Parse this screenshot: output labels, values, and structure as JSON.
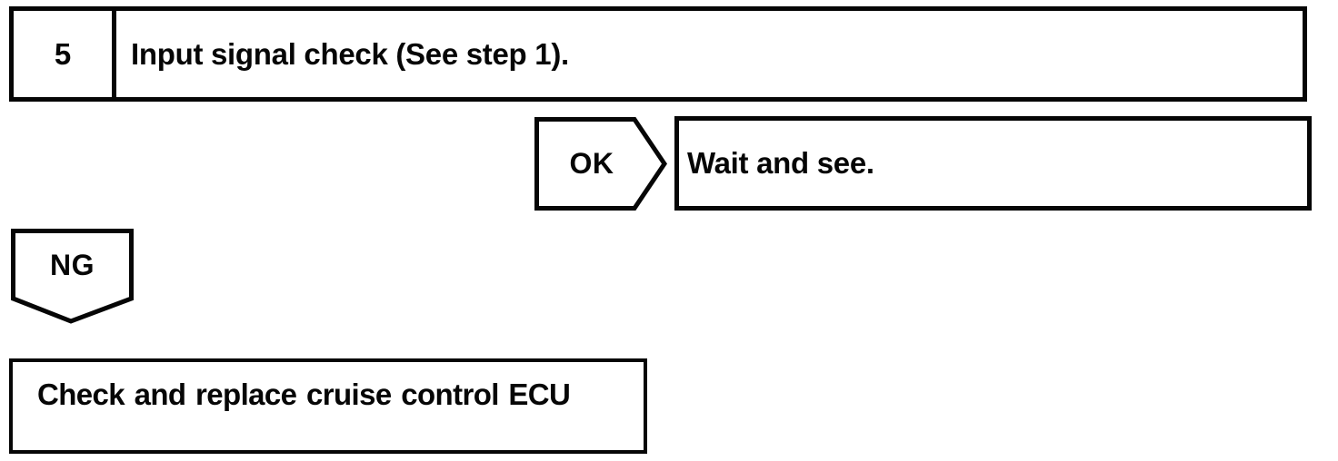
{
  "flowchart": {
    "step_box": {
      "number": "5",
      "description": "Input signal check (See step 1)."
    },
    "ok_branch": {
      "connector_label": "OK",
      "result": "Wait and see."
    },
    "ng_branch": {
      "connector_label": "NG",
      "result": "Check and replace cruise control ECU"
    },
    "colors": {
      "ink": "#060606",
      "paper": "#ffffff"
    }
  }
}
